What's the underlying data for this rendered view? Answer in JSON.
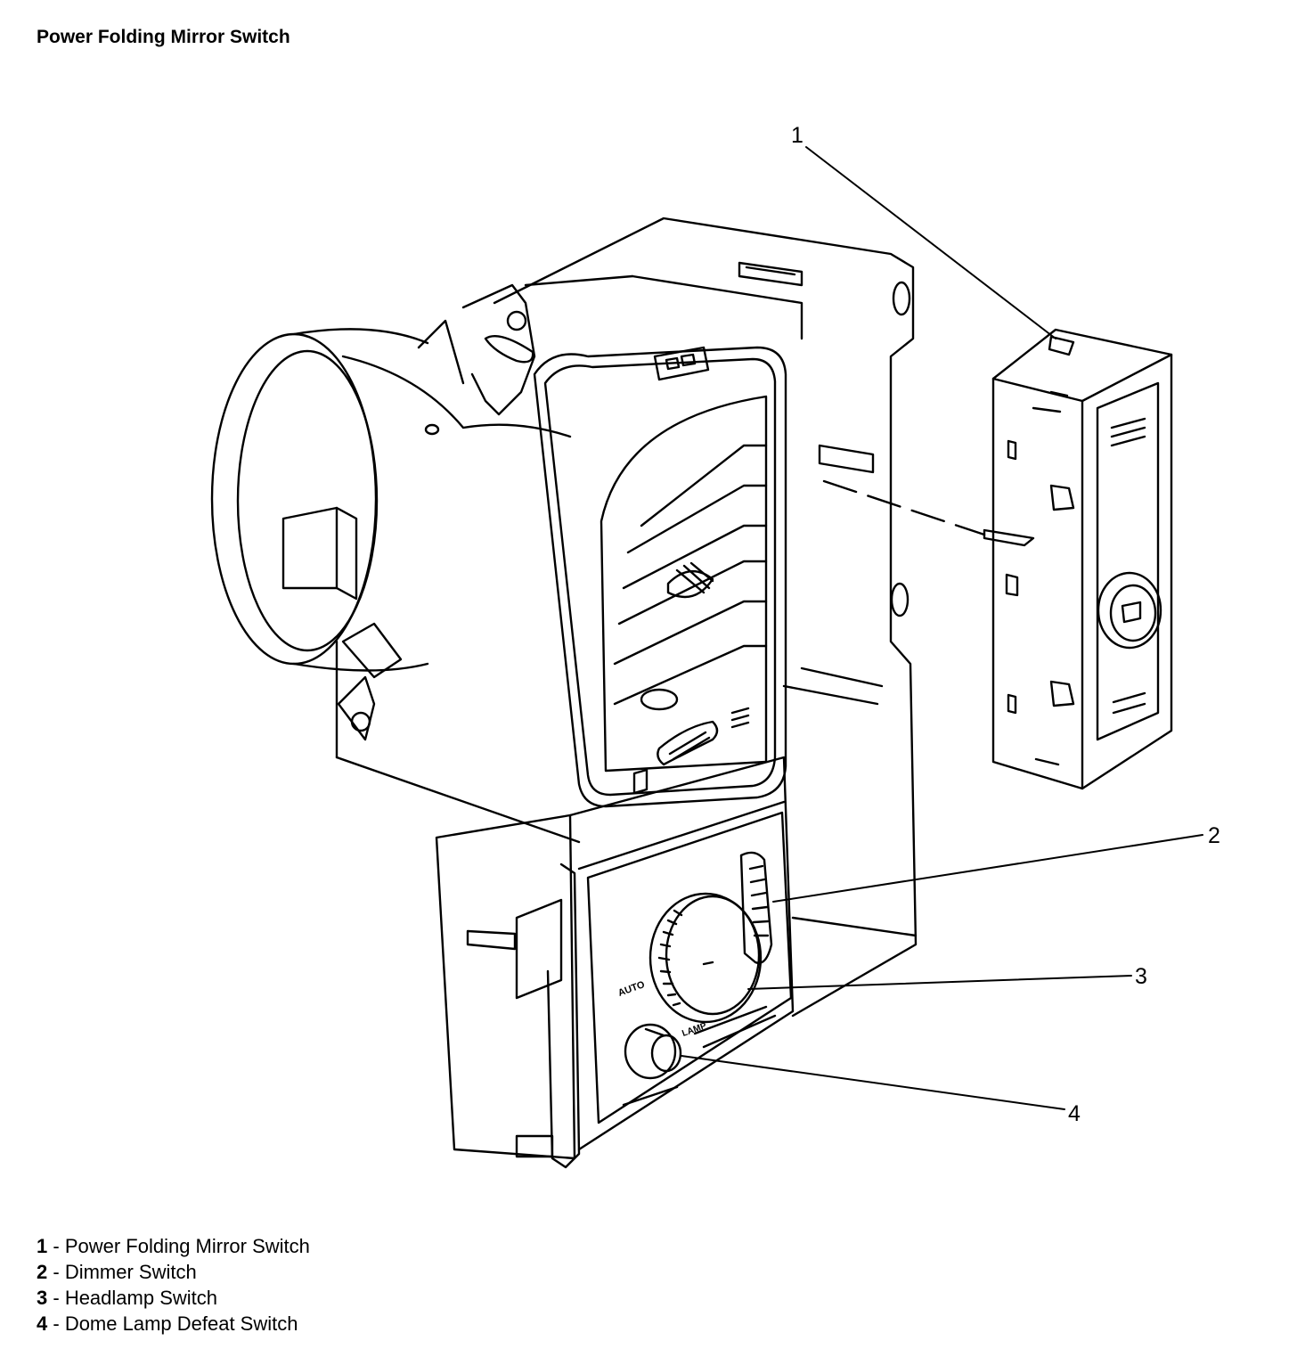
{
  "title": "Power Folding Mirror Switch",
  "callouts": [
    {
      "number": "1",
      "part": "Power Folding Mirror Switch"
    },
    {
      "number": "2",
      "part": "Dimmer Switch"
    },
    {
      "number": "3",
      "part": "Headlamp Switch"
    },
    {
      "number": "4",
      "part": "Dome Lamp Defeat Switch"
    }
  ],
  "legend_separator": " - ",
  "panel_markings": {
    "knob_auto": "AUTO",
    "knob_lamp": "LAMP"
  },
  "stroke_color": "#000000",
  "background_color": "#ffffff"
}
